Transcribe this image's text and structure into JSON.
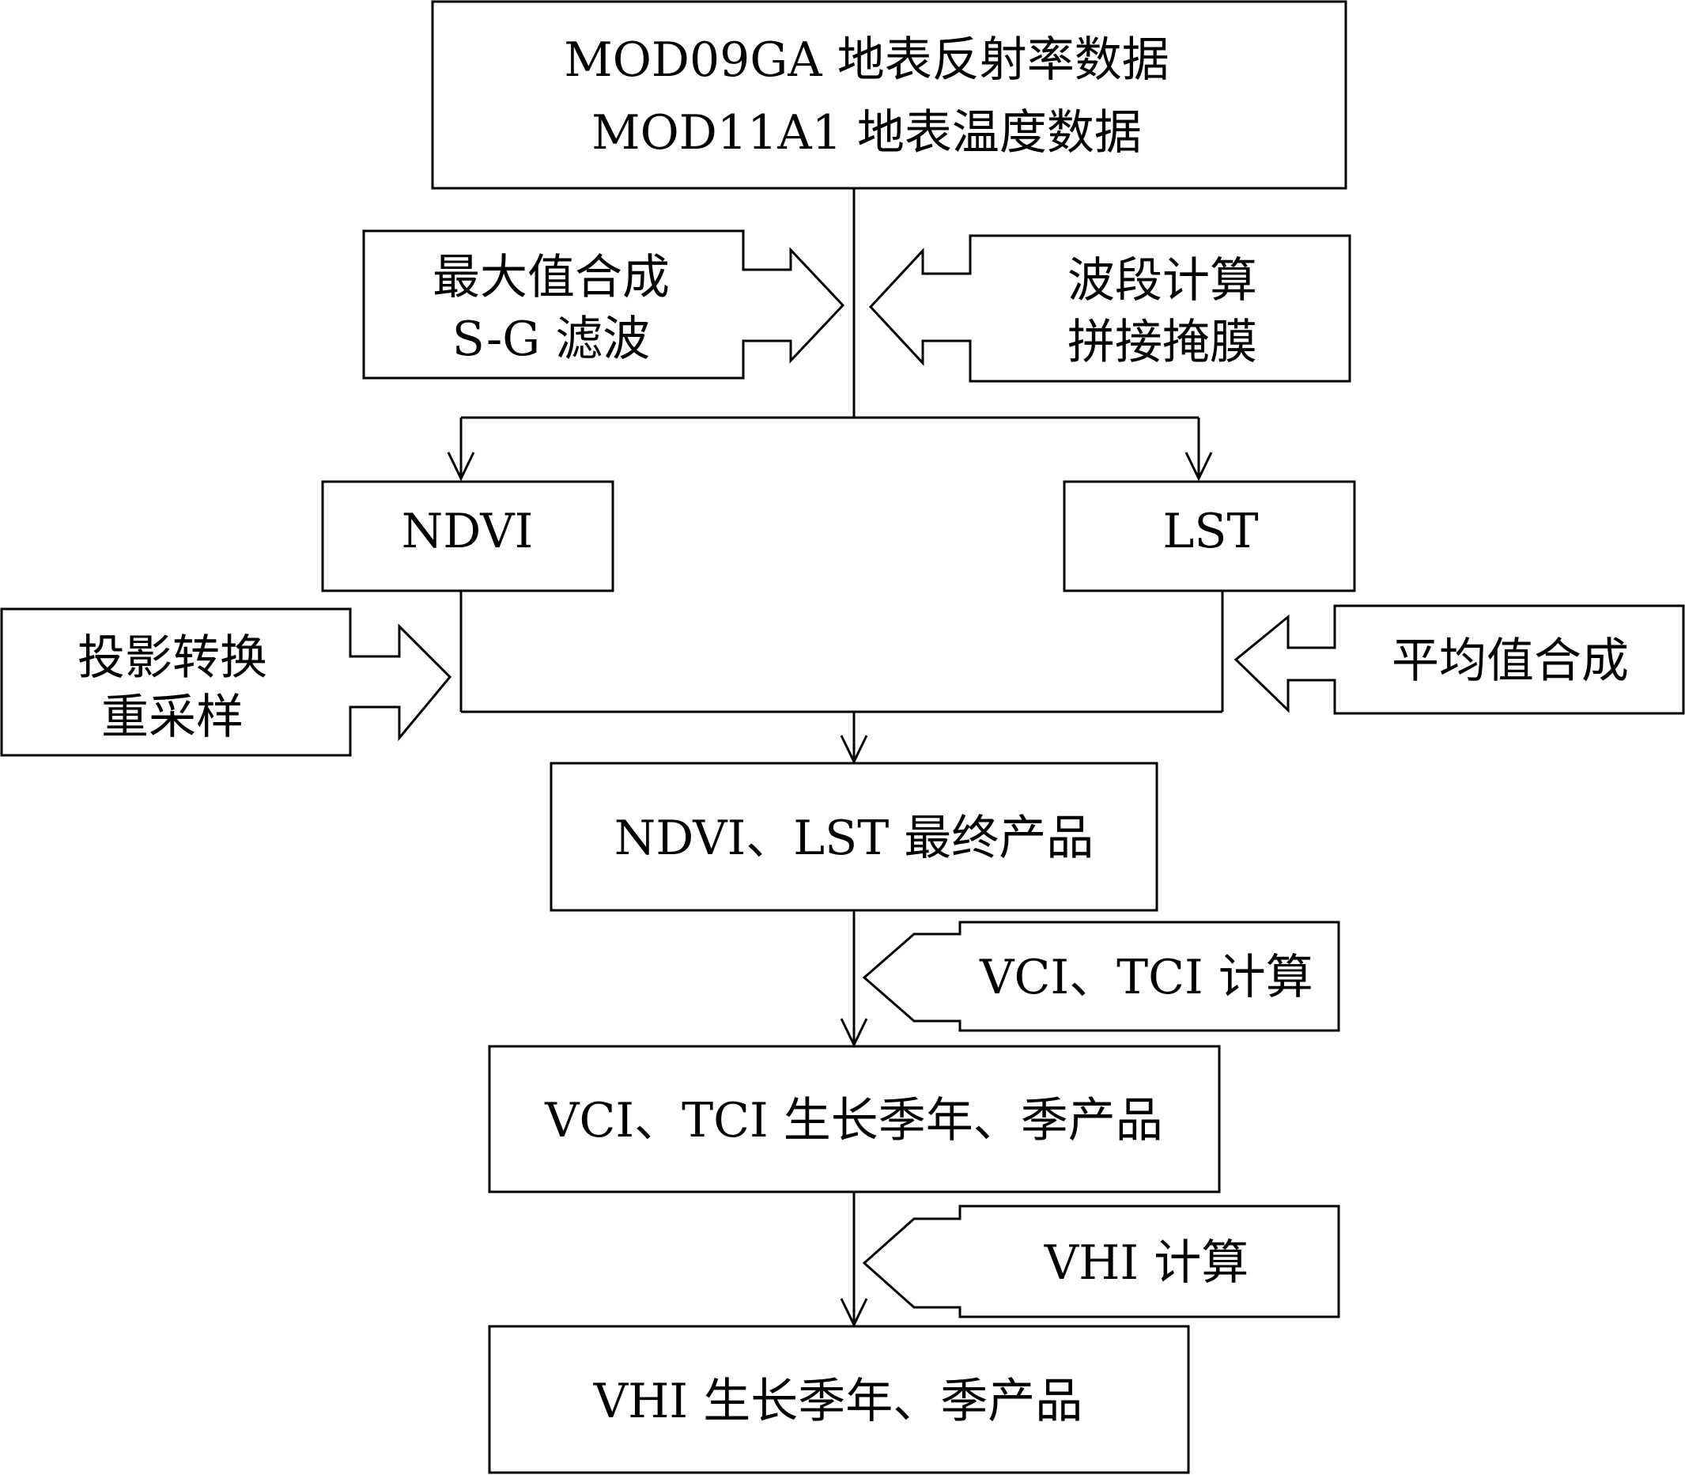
{
  "nodes": {
    "source": {
      "line1": "MOD09GA 地表反射率数据",
      "line2": "MOD11A1 地表温度数据"
    },
    "ndvi": "NDVI",
    "lst": "LST",
    "final_products": "NDVI、LST 最终产品",
    "vci_tci_products": "VCI、TCI 生长季年、季产品",
    "vhi_products": "VHI 生长季年、季产品"
  },
  "processes": {
    "max_composite": {
      "line1": "最大值合成",
      "line2": "S-G 滤波"
    },
    "band_calc": {
      "line1": "波段计算",
      "line2": "拼接掩膜"
    },
    "reprojection": {
      "line1": "投影转换",
      "line2": "重采样"
    },
    "mean_composite": "平均值合成",
    "vci_tci_calc": "VCI、TCI 计算",
    "vhi_calc": "VHI 计算"
  },
  "colors": {
    "stroke": "#000000",
    "fill": "#ffffff",
    "text": "#000000"
  }
}
